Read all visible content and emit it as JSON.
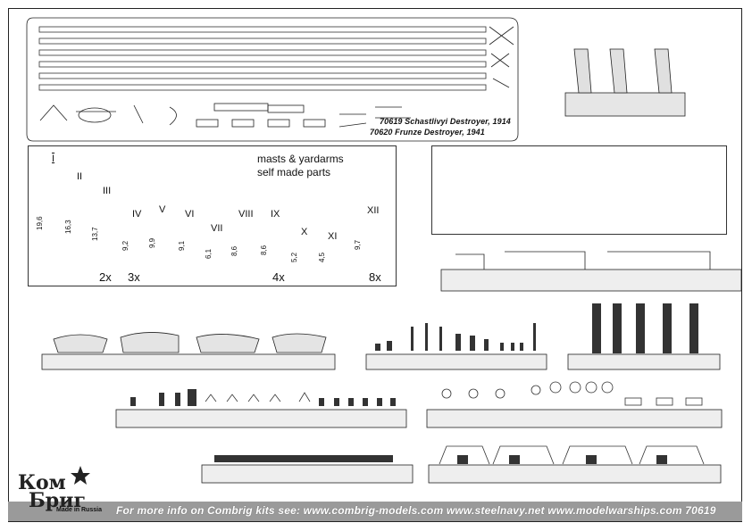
{
  "fret": {
    "line1": "70619 Schastlivyi Destroyer, 1914",
    "line2": "70620 Frunze Destroyer, 1941"
  },
  "masts_panel": {
    "title_line1": "masts & yardarms",
    "title_line2": "self made parts",
    "masts": [
      {
        "numeral": "I",
        "length": "19,6"
      },
      {
        "numeral": "II",
        "length": "16,3"
      },
      {
        "numeral": "III",
        "length": "13,7"
      },
      {
        "numeral": "IV",
        "length": "9,2"
      },
      {
        "numeral": "V",
        "length": "9,9"
      },
      {
        "numeral": "VI",
        "length": "9,1"
      },
      {
        "numeral": "VII",
        "length": "6,1"
      },
      {
        "numeral": "VIII",
        "length": "8,6"
      },
      {
        "numeral": "IX",
        "length": "8,6"
      },
      {
        "numeral": "X",
        "length": "5,2"
      },
      {
        "numeral": "XI",
        "length": "4,5"
      },
      {
        "numeral": "XII",
        "length": "9,7"
      }
    ],
    "quantities": {
      "q1": "2x",
      "q2": "3x",
      "q3": "4x",
      "q4": "8x"
    }
  },
  "logo": {
    "line1": "Ком",
    "line2": "Бриг",
    "made_in": "Made in Russia"
  },
  "footer": {
    "text": "For more info on Combrig kits see: www.combrig-models.com www.steelnavy.net  www.modelwarships.com  70619"
  },
  "colors": {
    "frame": "#222222",
    "footer_bar": "#9a9a9a",
    "part_fill": "#dcdcdc",
    "part_stroke": "#222222"
  }
}
